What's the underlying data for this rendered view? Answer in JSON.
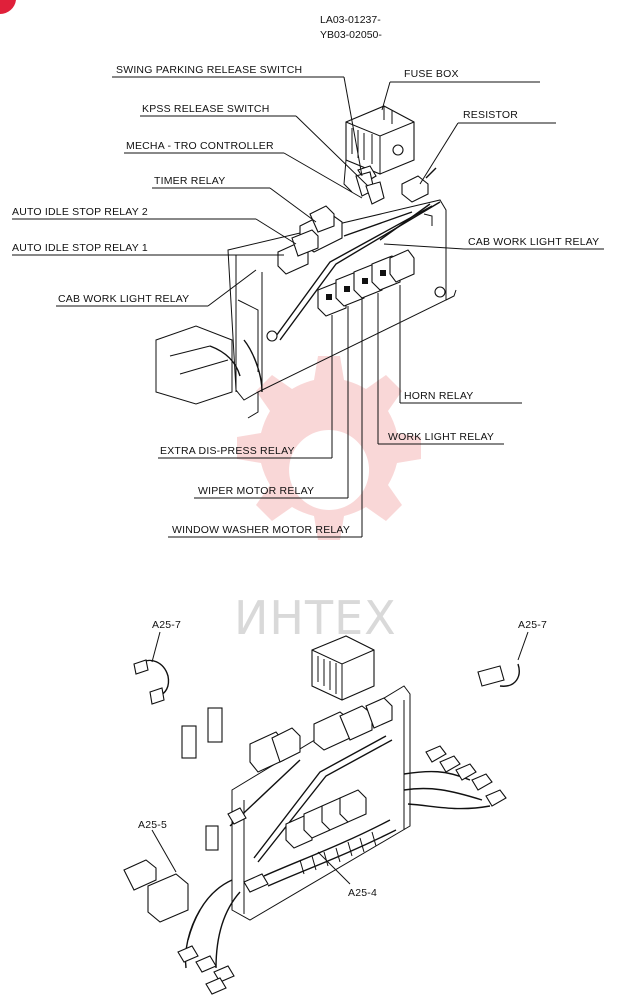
{
  "header": {
    "line1": "LA03-01237-",
    "line2": "YB03-02050-"
  },
  "labels": {
    "swing_parking_release_switch": "SWING PARKING RELEASE SWITCH",
    "fuse_box": "FUSE BOX",
    "kpss_release_switch": "KPSS RELEASE SWITCH",
    "resistor": "RESISTOR",
    "mecha_tro_controller": "MECHA - TRO CONTROLLER",
    "timer_relay": "TIMER RELAY",
    "auto_idle_stop_relay_2": "AUTO IDLE STOP RELAY 2",
    "auto_idle_stop_relay_1": "AUTO IDLE STOP RELAY 1",
    "cab_work_light_relay_right": "CAB WORK LIGHT RELAY",
    "cab_work_light_relay_left": "CAB WORK LIGHT RELAY",
    "horn_relay": "HORN RELAY",
    "extra_dis_press_relay": "EXTRA DIS-PRESS RELAY",
    "work_light_relay": "WORK LIGHT RELAY",
    "wiper_motor_relay": "WIPER MOTOR RELAY",
    "window_washer_motor_relay": "WINDOW WASHER MOTOR RELAY"
  },
  "refs": {
    "a25_7_left": "A25-7",
    "a25_7_right": "A25-7",
    "a25_5": "A25-5",
    "a25_4": "A25-4"
  },
  "watermark": {
    "text": "ИНТЕХ",
    "color": "#e8a0a0"
  },
  "colors": {
    "corner_badge": "#e0203a"
  }
}
